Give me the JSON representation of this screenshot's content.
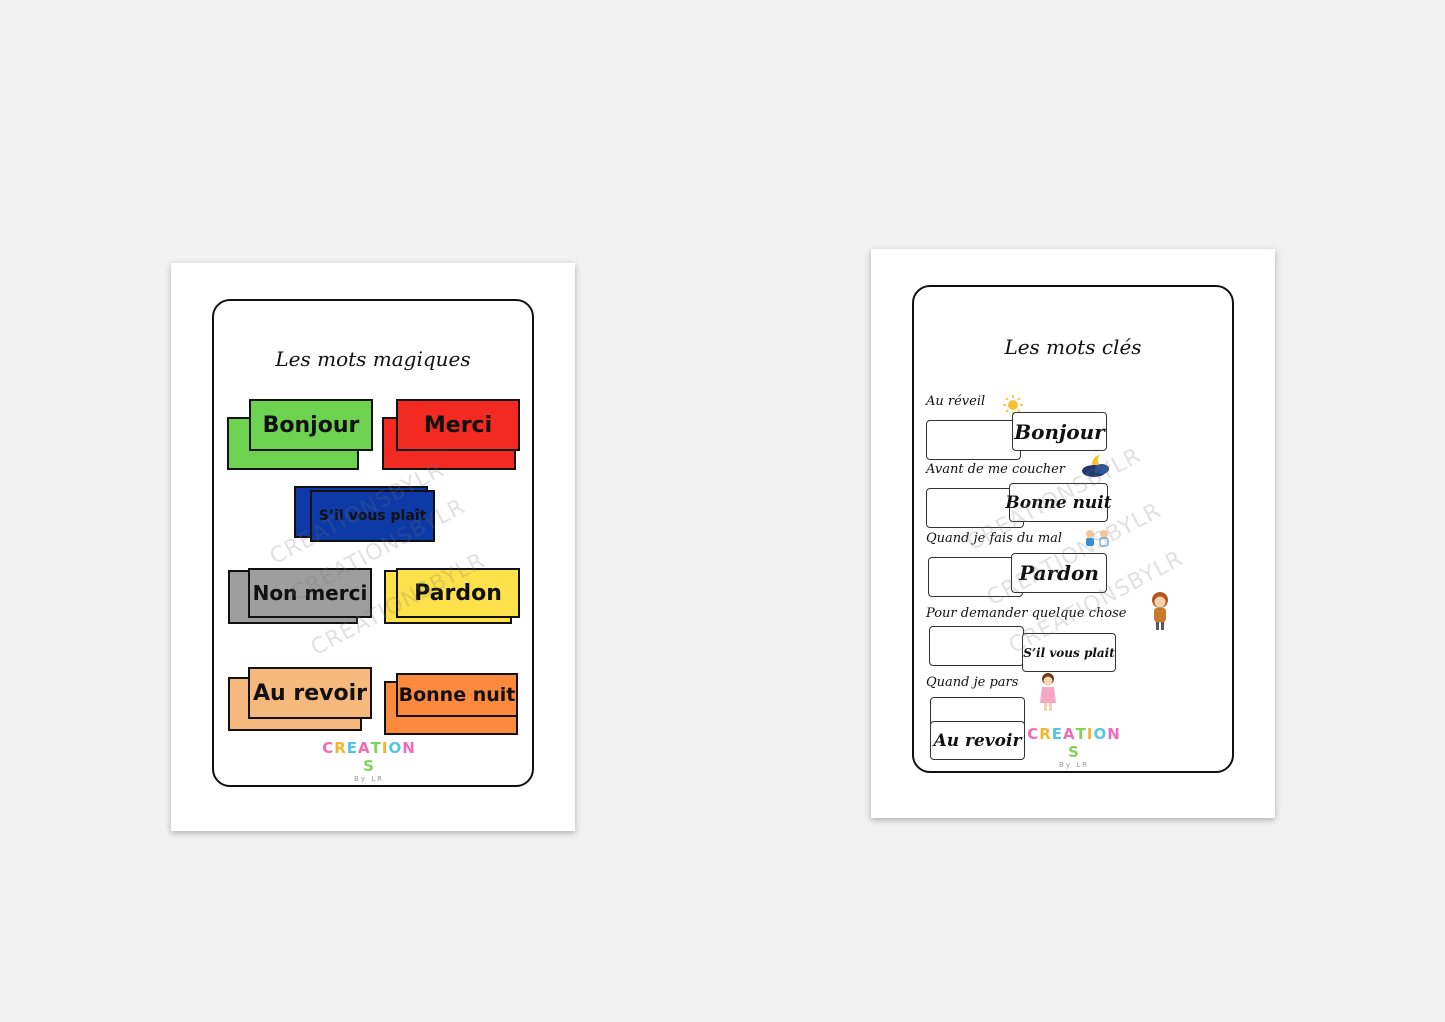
{
  "left_sheet": {
    "title": "Les mots magiques",
    "cards": [
      {
        "label": "Bonjour",
        "color": "#6cd24f"
      },
      {
        "label": "Merci",
        "color": "#f22a22"
      },
      {
        "label": "S’il vous plaît",
        "color": "#0d3aa6"
      },
      {
        "label": "Non merci",
        "color": "#9e9e9e"
      },
      {
        "label": "Pardon",
        "color": "#fde14a"
      },
      {
        "label": "Au revoir",
        "color": "#f5b97d"
      },
      {
        "label": "Bonne nuit",
        "color": "#fb8a3d"
      }
    ],
    "watermarks": [
      "CREATIONSBYLR",
      "CREATIONSBYLR",
      "CREATIONSBYLR"
    ]
  },
  "right_sheet": {
    "title": "Les mots clés",
    "rows": [
      {
        "label": "Au réveil",
        "answer": "Bonjour",
        "icon": "sun-icon"
      },
      {
        "label": "Avant de me coucher",
        "answer": "Bonne nuit",
        "icon": "moon-cloud-icon"
      },
      {
        "label": "Quand je fais  du mal",
        "answer": "Pardon",
        "icon": "children-icon"
      },
      {
        "label": "Pour demander quelque chose",
        "answer": "S’il vous plait",
        "icon": "girl-icon"
      },
      {
        "label": "Quand je pars",
        "answer": "Au revoir",
        "icon": "girl-waving-icon"
      }
    ],
    "watermarks": [
      "CREATIONSBYLR",
      "CREATIONSBYLR",
      "CREATIONSBYLR"
    ]
  },
  "logo": {
    "word": "CREATIONS",
    "by": "By LR",
    "letter_colors": [
      "#f06bb3",
      "#f2b52c",
      "#56c6e0",
      "#f06bb3",
      "#7fd25b",
      "#f2b52c",
      "#56c6e0",
      "#f06bb3",
      "#7fd25b"
    ]
  }
}
